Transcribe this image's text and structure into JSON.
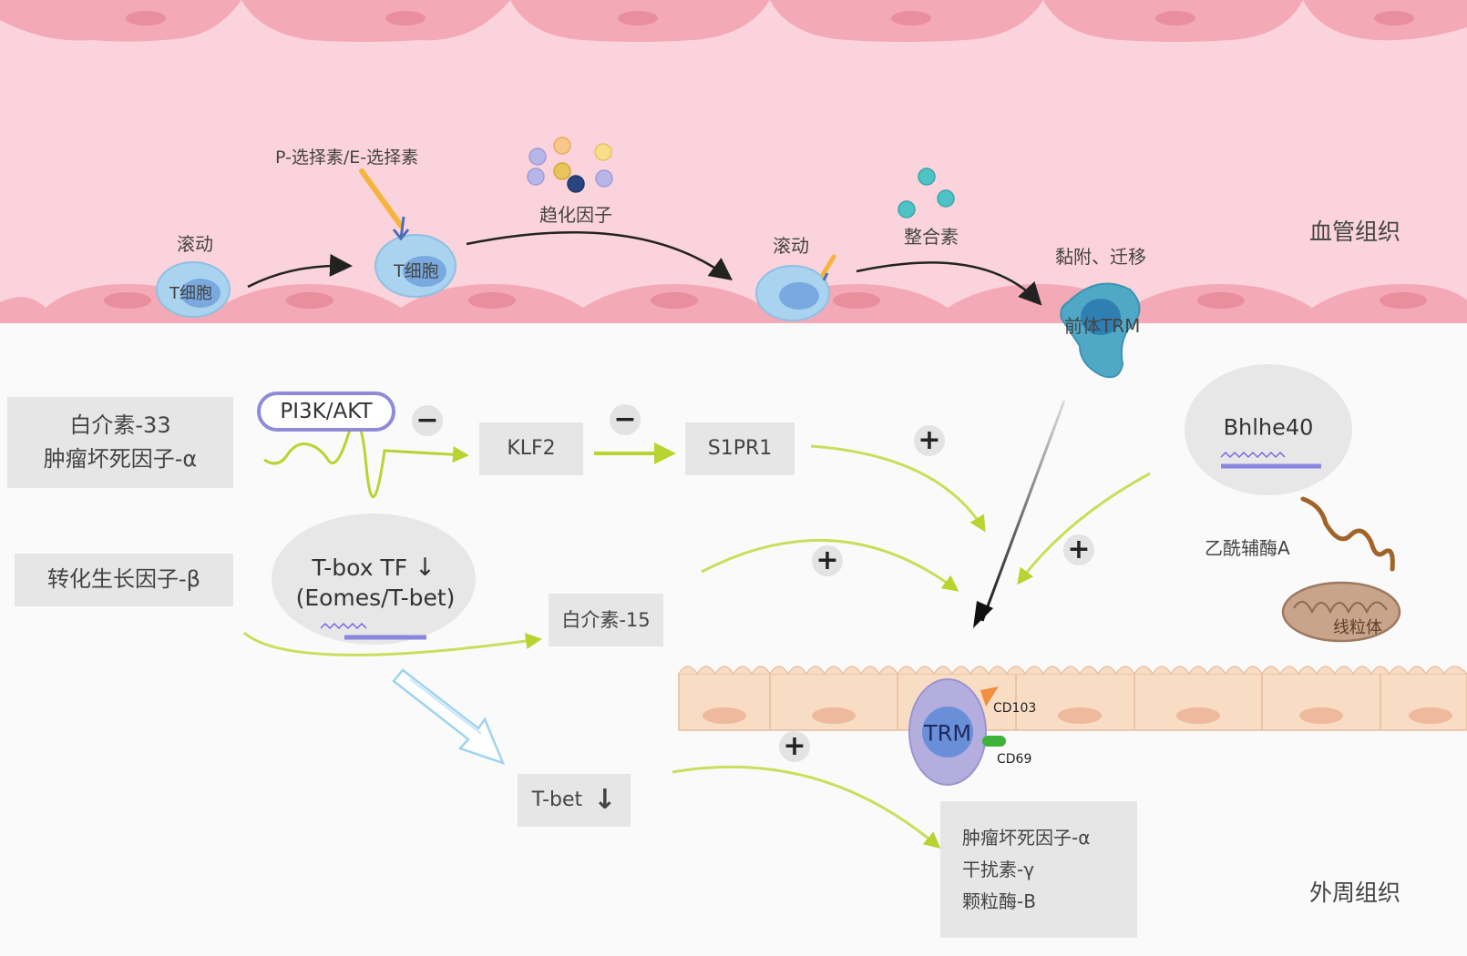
{
  "vessel": {
    "region_label": "血管组织",
    "selectin_label": "P-选择素/E-选择素",
    "chemokine_label": "趋化因子",
    "integrin_label": "整合素",
    "rolling_label_1": "滚动",
    "rolling_label_2": "滚动",
    "tcell_label_1": "T细胞",
    "tcell_label_2": "T细胞",
    "adhesion_label": "黏附、迁移",
    "precursor_label": "前体TRM"
  },
  "tissue": {
    "region_label": "外周组织",
    "il33_label": "白介素-33",
    "tnfa_label": "肿瘤坏死因子-α",
    "pathway_label": "PI3K/AKT",
    "klf2_label": "KLF2",
    "s1pr1_label": "S1PR1",
    "tgfb_label": "转化生长因子-β",
    "tbox_label": "T-box TF",
    "tbox_sub_label": "(Eomes/T-bet)",
    "il15_label": "白介素-15",
    "tbet_label": "T-bet",
    "bhlhe40_label": "Bhlhe40",
    "acetyl_label": "乙酰辅酶A",
    "mito_label": "线粒体",
    "trm_label": "TRM",
    "cd103_label": "CD103",
    "cd69_label": "CD69",
    "out_tnfa": "肿瘤坏死因子-α",
    "out_ifng": "干扰素-γ",
    "out_gzmb": "颗粒酶-B",
    "minus_1": "−",
    "minus_2": "−",
    "plus_1": "+",
    "plus_2": "+",
    "plus_3": "+",
    "plus_4": "+"
  },
  "colors": {
    "vessel_bg": "#fbd3dc",
    "endothelium": "#f3a9b6",
    "tissue_bg": "#fafafa",
    "green_arrow": "#b8d430",
    "tcell": "#a9d3ef",
    "trm": "#b3aede",
    "precursor": "#4fa9c6",
    "epithelium": "#f9dcc4",
    "mitochondria": "#c8a48a"
  }
}
